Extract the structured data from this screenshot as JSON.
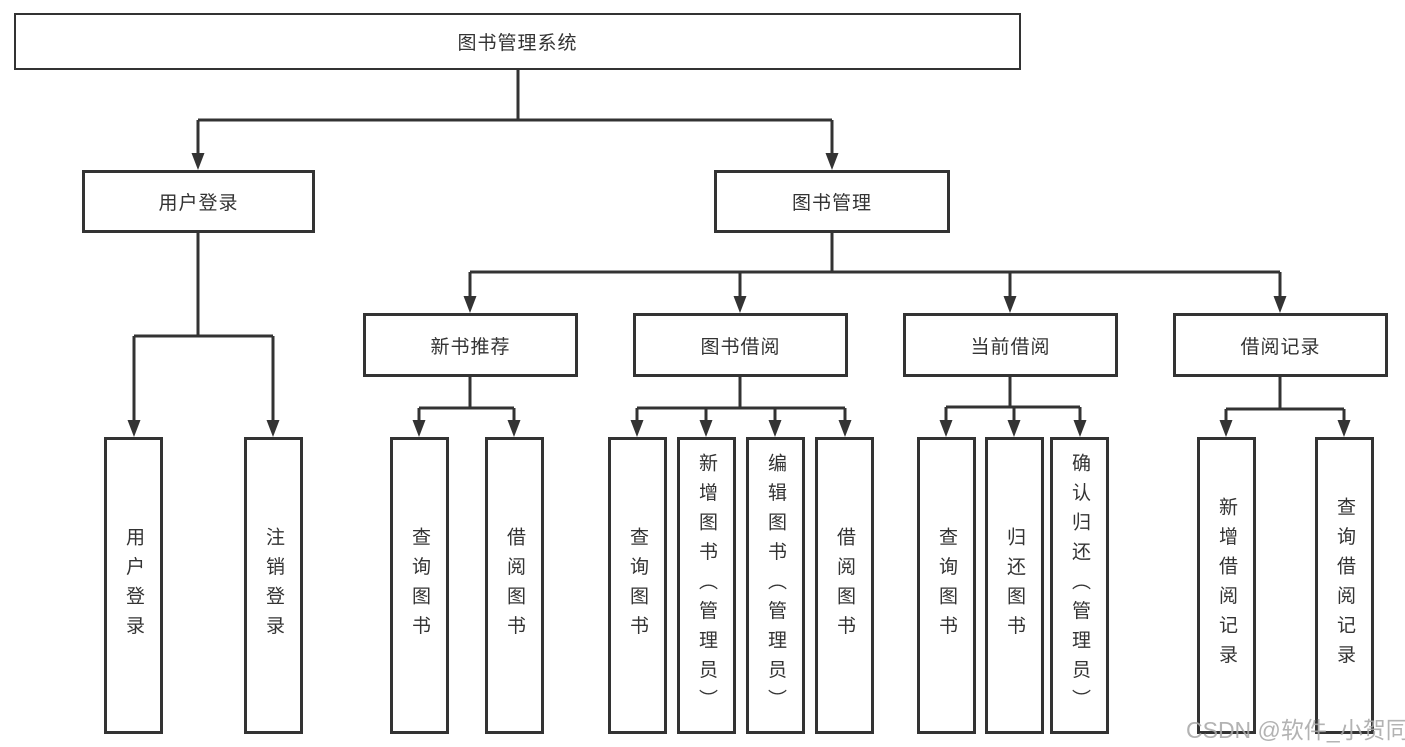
{
  "colors": {
    "line": "#333333",
    "box_border": "#333333",
    "box_background": "#ffffff",
    "text": "#333333",
    "watermark": "#a8a8a8"
  },
  "tree": {
    "root": "图书管理系统",
    "login": {
      "label": "用户登录",
      "children": [
        "用户登录",
        "注销登录"
      ]
    },
    "management": {
      "label": "图书管理",
      "branches": [
        {
          "label": "新书推荐",
          "children": [
            "查询图书",
            "借阅图书"
          ]
        },
        {
          "label": "图书借阅",
          "children": [
            "查询图书",
            "新增图书（管理员）",
            "编辑图书（管理员）",
            "借阅图书"
          ]
        },
        {
          "label": "当前借阅",
          "children": [
            "查询图书",
            "归还图书",
            "确认归还（管理员）"
          ]
        },
        {
          "label": "借阅记录",
          "children": [
            "新增借阅记录",
            "查询借阅记录"
          ]
        }
      ]
    }
  },
  "watermark": "CSDN @软件_小贺同学"
}
